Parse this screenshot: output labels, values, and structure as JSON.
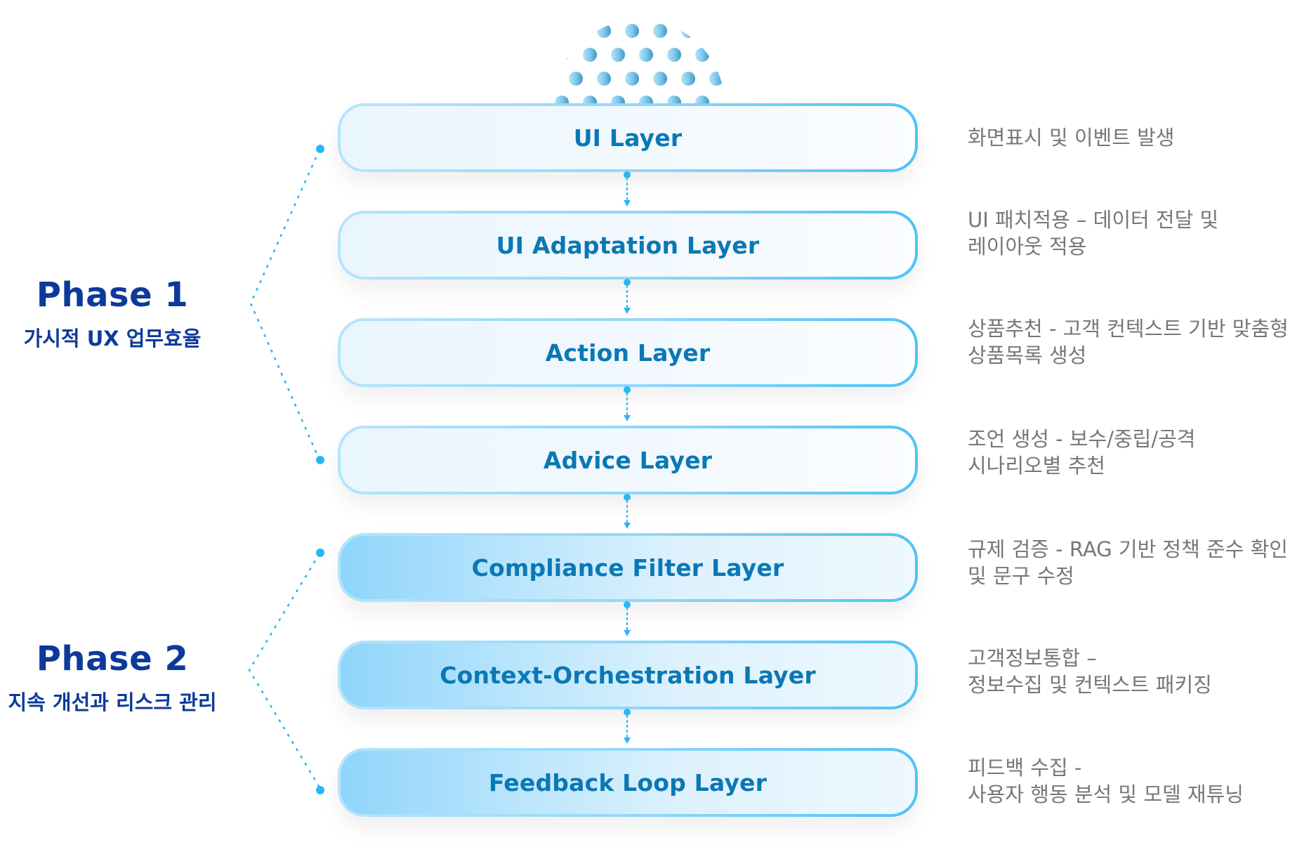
{
  "colors": {
    "phase_text": "#0d3a99",
    "layer_text": "#0a78b5",
    "description_text": "#777777",
    "connector": "#29b6f6",
    "border_light": "#b6e5fc",
    "border_strong": "#4fc3f7"
  },
  "phases": [
    {
      "title": "Phase 1",
      "subtitle": "가시적 UX 업무효율"
    },
    {
      "title": "Phase 2",
      "subtitle": "지속 개선과 리스크 관리"
    }
  ],
  "layers": [
    {
      "label": "UI Layer",
      "phase": 1,
      "description": [
        "화면표시 및 이벤트 발생"
      ]
    },
    {
      "label": "UI Adaptation Layer",
      "phase": 1,
      "description": [
        "UI 패치적용 – 데이터 전달 및",
        "레이아웃 적용"
      ]
    },
    {
      "label": "Action Layer",
      "phase": 1,
      "description": [
        "상품추천 - 고객 컨텍스트 기반 맞춤형",
        "상품목록 생성"
      ]
    },
    {
      "label": "Advice Layer",
      "phase": 1,
      "description": [
        "조언 생성 - 보수/중립/공격",
        "시나리오별 추천"
      ]
    },
    {
      "label": "Compliance Filter Layer",
      "phase": 2,
      "description": [
        "규제 검증 - RAG 기반 정책 준수 확인",
        "및 문구 수정"
      ]
    },
    {
      "label": "Context-Orchestration Layer",
      "phase": 2,
      "description": [
        "고객정보통합 –",
        "정보수집 및 컨텍스트 패키징"
      ]
    },
    {
      "label": "Feedback Loop Layer",
      "phase": 2,
      "description": [
        "피드백 수집 -",
        "사용자 행동 분석 및 모델 재튜닝"
      ]
    }
  ],
  "icons": {
    "decoration": "dotted-sphere-icon",
    "connector": "dashed-arrow-down-icon",
    "bracket": "dotted-bracket-icon"
  }
}
